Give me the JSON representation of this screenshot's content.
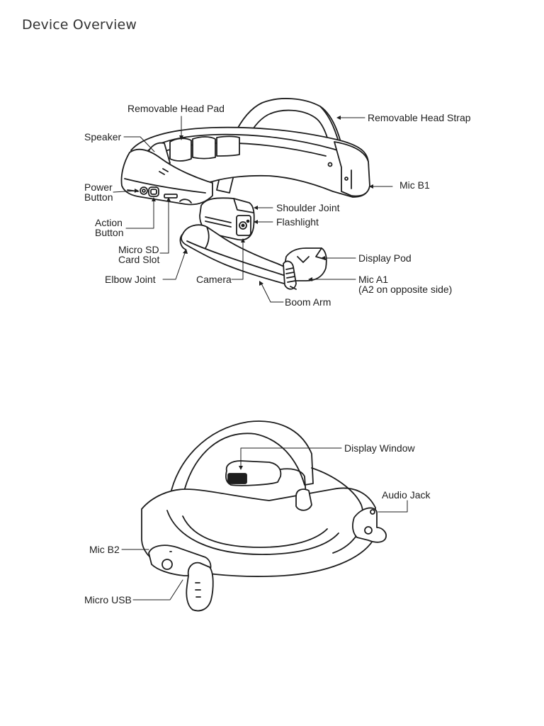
{
  "page": {
    "title": "Device Overview"
  },
  "top_view": {
    "callouts": {
      "removable_head_pad": "Removable Head Pad",
      "removable_head_strap": "Removable Head Strap",
      "speaker": "Speaker",
      "mic_b1": "Mic B1",
      "power_button_line1": "Power",
      "power_button_line2": "Button",
      "shoulder_joint": "Shoulder Joint",
      "flashlight": "Flashlight",
      "action_button_line1": "Action",
      "action_button_line2": "Button",
      "micro_sd_line1": "Micro SD",
      "micro_sd_line2": "Card Slot",
      "display_pod": "Display Pod",
      "elbow_joint": "Elbow Joint",
      "camera": "Camera",
      "mic_a1_line1": "Mic A1",
      "mic_a1_line2": "(A2 on opposite side)",
      "boom_arm": "Boom Arm"
    }
  },
  "bottom_view": {
    "callouts": {
      "display_window": "Display Window",
      "audio_jack": "Audio Jack",
      "mic_b2": "Mic B2",
      "micro_usb": "Micro USB"
    }
  }
}
